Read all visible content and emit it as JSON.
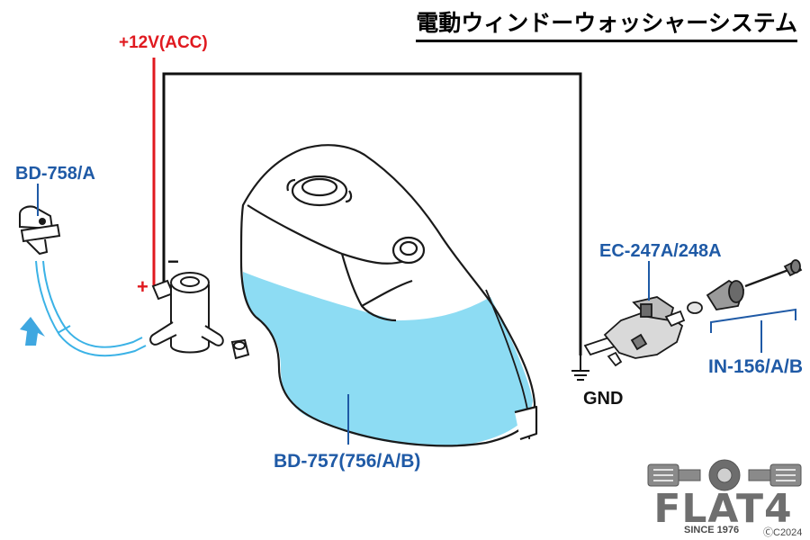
{
  "title": "電動ウィンドーウォッシャーシステム",
  "labels": {
    "power": "+12V(ACC)",
    "plus": "+",
    "minus": "−",
    "gnd": "GND",
    "nozzle_part": "BD-758/A",
    "tank_part": "BD-757(756/A/B)",
    "switch_part": "EC-247A/248A",
    "knob_part": "IN-156/A/B"
  },
  "logo": {
    "word": "FLAT4",
    "since": "SINCE 1976",
    "copyright": "ⒸC2024"
  },
  "colors": {
    "power_wire": "#e0191f",
    "label_blue": "#1f5aa6",
    "fluid": "#8ddcf3",
    "hose": "#3bb2e6",
    "arrow": "#3fa7e0"
  }
}
